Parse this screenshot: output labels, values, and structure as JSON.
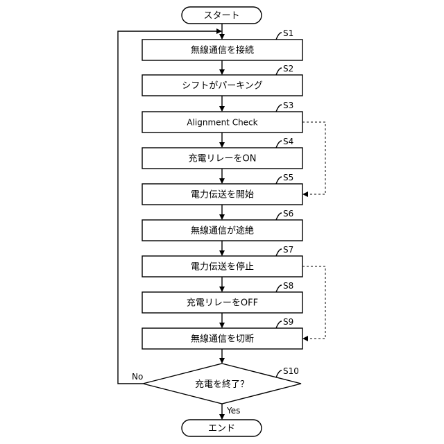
{
  "terminals": {
    "start": "スタート",
    "end": "エンド"
  },
  "steps": [
    {
      "id": "S1",
      "label": "無線通信を接続"
    },
    {
      "id": "S2",
      "label": "シフトがパーキング"
    },
    {
      "id": "S3",
      "label": "Alignment Check"
    },
    {
      "id": "S4",
      "label": "充電リレーをON"
    },
    {
      "id": "S5",
      "label": "電力伝送を開始"
    },
    {
      "id": "S6",
      "label": "無線通信が途絶"
    },
    {
      "id": "S7",
      "label": "電力伝送を停止"
    },
    {
      "id": "S8",
      "label": "充電リレーをOFF"
    },
    {
      "id": "S9",
      "label": "無線通信を切断"
    }
  ],
  "decision": {
    "id": "S10",
    "label": "充電を終了？",
    "no_label": "No",
    "yes_label": "Yes"
  }
}
